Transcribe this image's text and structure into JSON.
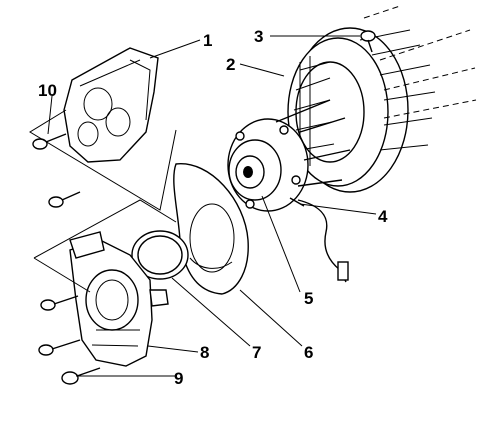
{
  "callouts": {
    "c1": "1",
    "c2": "2",
    "c3": "3",
    "c4": "4",
    "c5": "5",
    "c6": "6",
    "c7": "7",
    "c8": "8",
    "c9": "9",
    "c10": "10"
  },
  "parts": {
    "caliper": "caliper-illustration",
    "rotor": "rotor-illustration",
    "rotor_bolt": "bolt-illustration",
    "hub": "hub-bearing-illustration",
    "sensor_wire": "wheel-speed-sensor-illustration",
    "shield": "splash-shield-illustration",
    "seal": "o-ring-illustration",
    "knuckle": "steering-knuckle-illustration",
    "knuckle_bolts": "bolt-illustration",
    "caliper_bolts": "bolt-illustration"
  }
}
